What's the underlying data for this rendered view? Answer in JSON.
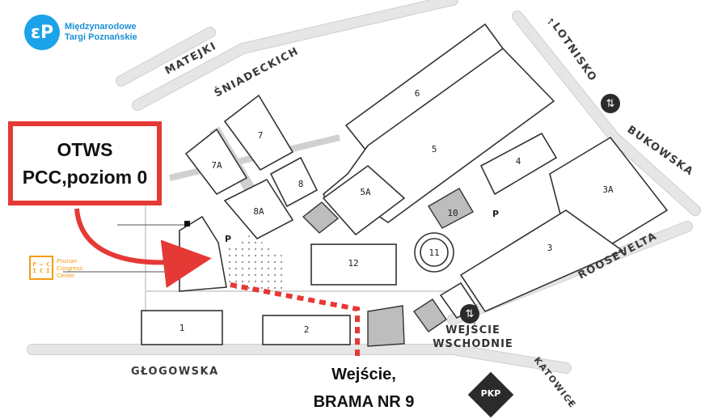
{
  "logo": {
    "mark": "ɛP",
    "line1": "Międzynarodowe",
    "line2": "Targi Poznańskie",
    "color": "#1aa3e8"
  },
  "callout": {
    "line1": "OTWS",
    "line2": "PCC,poziom 0",
    "border_color": "#e53935"
  },
  "pcc_logo": {
    "mark_top": "P — C",
    "mark_mid": "I C I",
    "line1": "Poznan",
    "line2": "Congress",
    "line3": "Center",
    "color": "#f39c12"
  },
  "streets": {
    "matejki": "MATEJKI",
    "sniadeckich": "ŚNIADECKICH",
    "lotnisko": "LOTNISKO",
    "bukowska": "BUKOWSKA",
    "roosevelta": "ROOSEVELTA",
    "glogowska": "GŁOGOWSKA",
    "katowice": "KATOWICE"
  },
  "halls": [
    "1",
    "2",
    "3",
    "3A",
    "4",
    "5",
    "5A",
    "6",
    "7",
    "7A",
    "8",
    "8A",
    "10",
    "11",
    "12"
  ],
  "parking": "P",
  "entrance": {
    "line1": "Wejście,",
    "line2": "BRAMA NR 9"
  },
  "east_entrance": {
    "line1": "WEJŚCIE",
    "line2": "WSCHODNIE"
  },
  "pkp": "PKP",
  "icons": [
    "arrows-swap-icon",
    "arrow-icon"
  ],
  "route_color": "#e53935"
}
